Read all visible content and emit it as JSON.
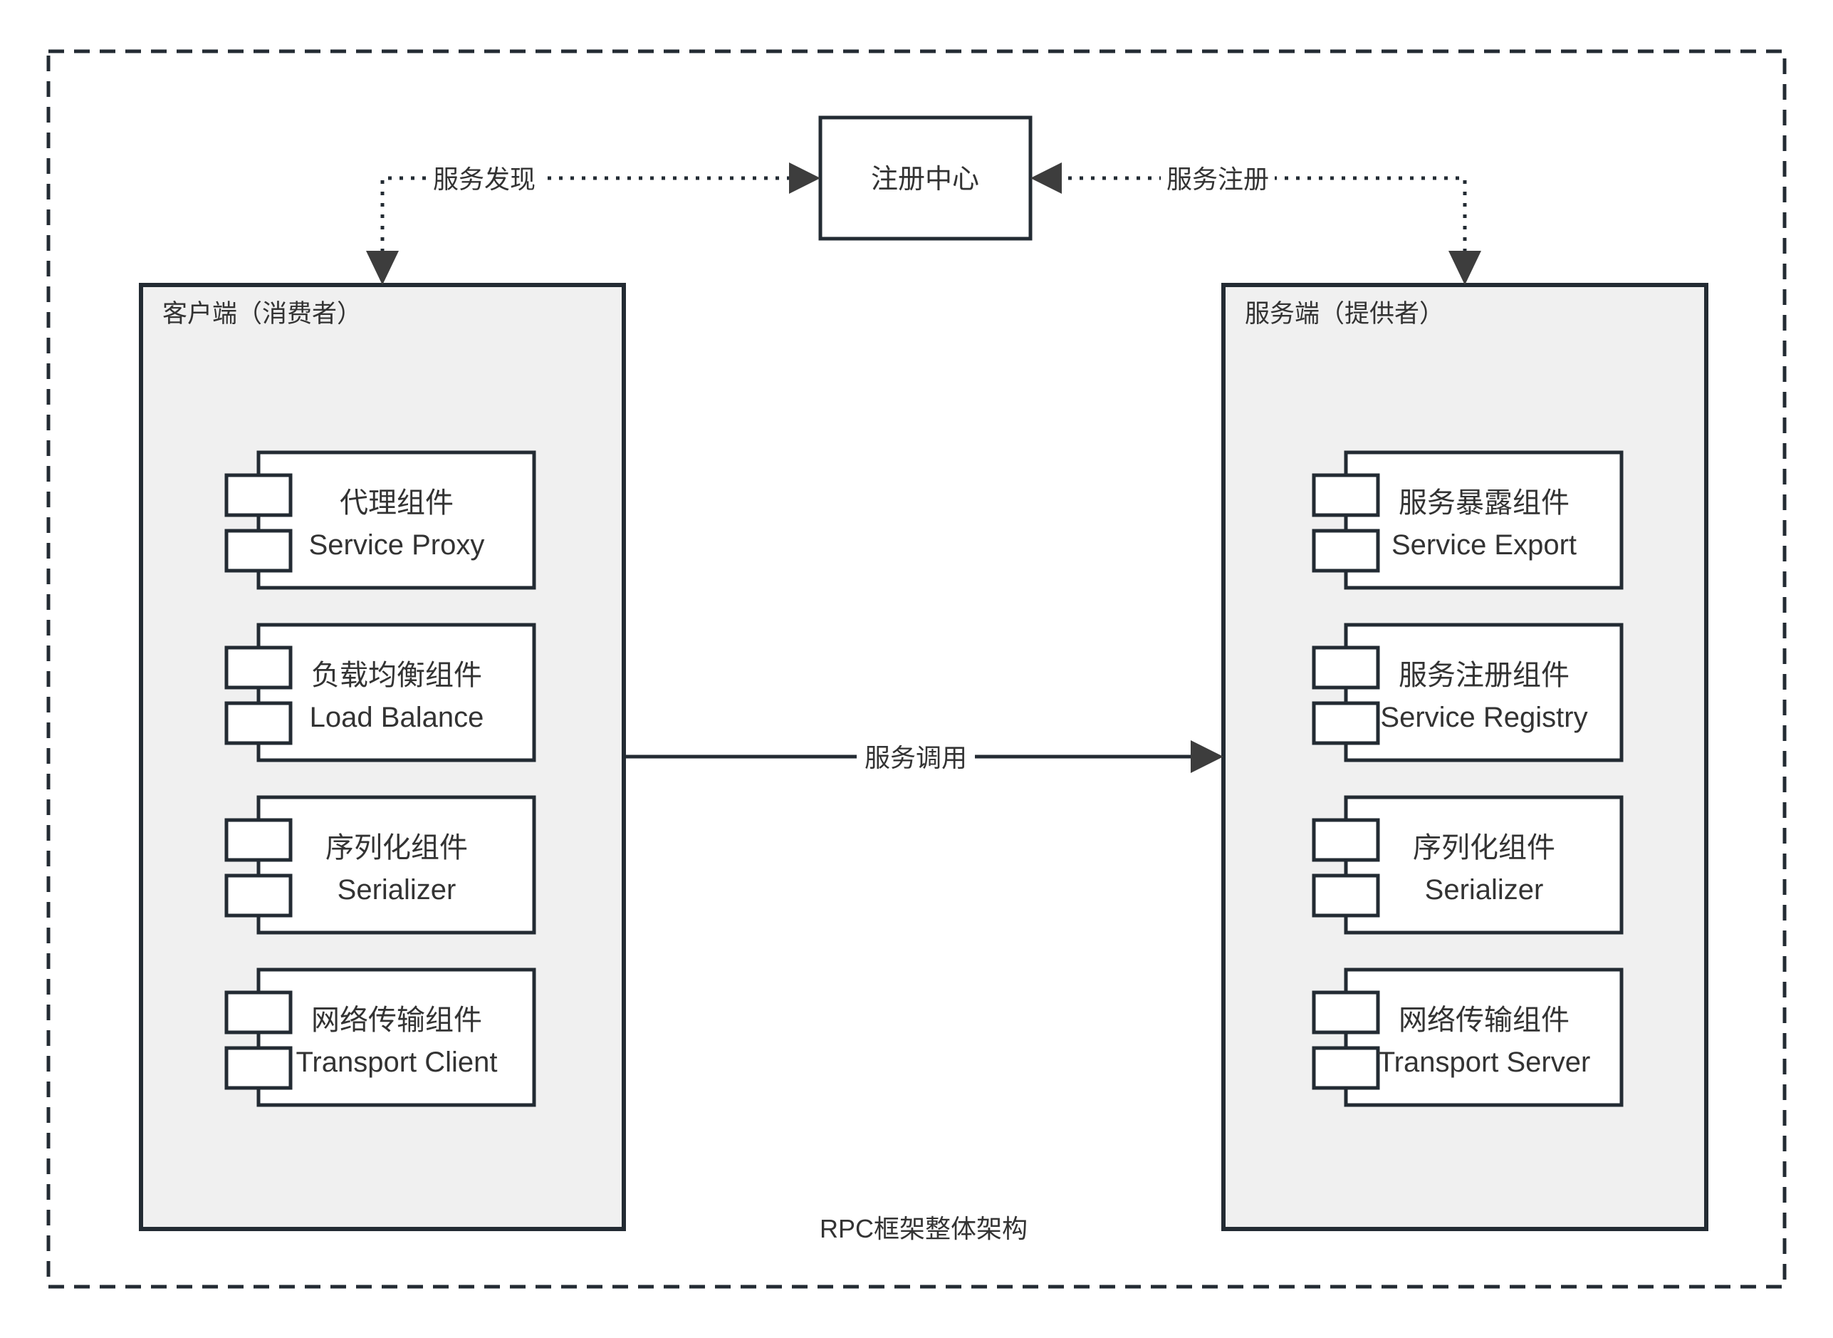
{
  "diagram": {
    "caption": "RPC框架整体架构",
    "colors": {
      "line": "#232b33",
      "panel_fill": "#f0f0f0",
      "box_fill": "#ffffff",
      "text": "#333333",
      "arrow_head": "#3d3d3d",
      "page_background": "#ffffff"
    },
    "registry": {
      "label": "注册中心"
    },
    "client_panel": {
      "title": "客户端（消费者）",
      "components": [
        {
          "zh": "代理组件",
          "en": "Service Proxy"
        },
        {
          "zh": "负载均衡组件",
          "en": "Load Balance"
        },
        {
          "zh": "序列化组件",
          "en": "Serializer"
        },
        {
          "zh": "网络传输组件",
          "en": "Transport Client"
        }
      ]
    },
    "server_panel": {
      "title": "服务端（提供者）",
      "components": [
        {
          "zh": "服务暴露组件",
          "en": "Service Export"
        },
        {
          "zh": "服务注册组件",
          "en": "Service Registry"
        },
        {
          "zh": "序列化组件",
          "en": "Serializer"
        },
        {
          "zh": "网络传输组件",
          "en": "Transport Server"
        }
      ]
    },
    "edges": [
      {
        "label": "服务发现",
        "style": "dotted",
        "from": "client",
        "to": "registry"
      },
      {
        "label": "服务注册",
        "style": "dotted",
        "from": "server",
        "to": "registry"
      },
      {
        "label": "服务调用",
        "style": "solid",
        "from": "client",
        "to": "server"
      }
    ]
  }
}
